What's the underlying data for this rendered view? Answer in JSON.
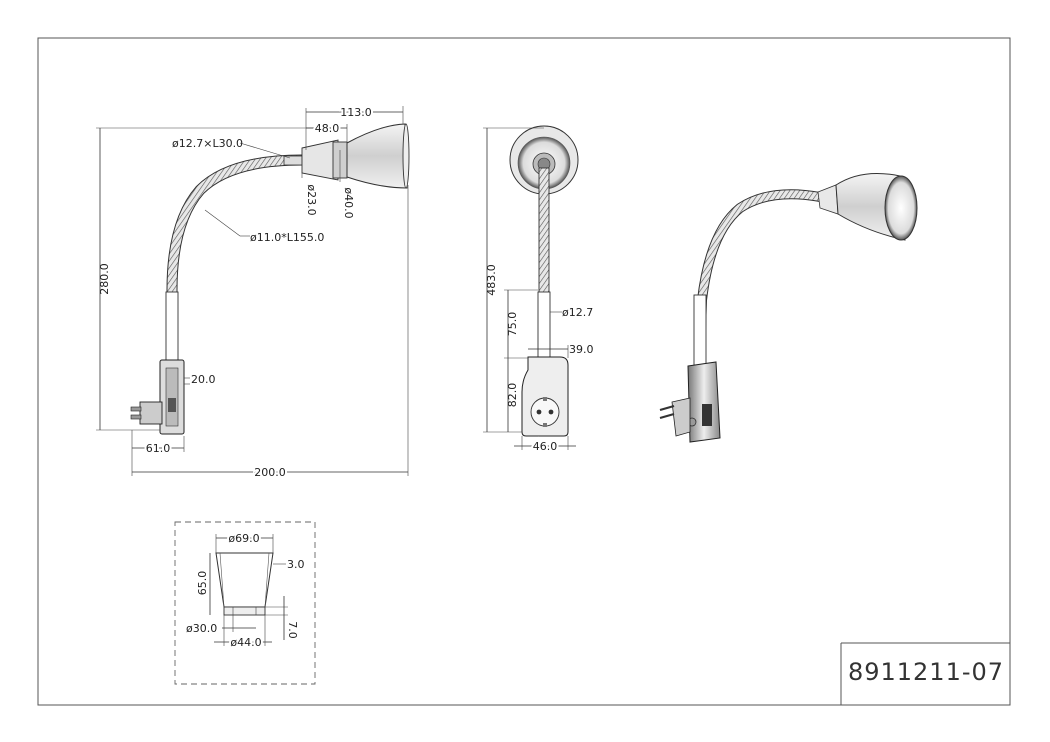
{
  "part_number": "8911211-07",
  "side_view": {
    "dim_overall_width": "200.0",
    "dim_height": "280.0",
    "dim_shade_length": "113.0",
    "dim_holder_length": "48.0",
    "dim_tube": "ø12.7×L30.0",
    "dim_holder_dia": "ø23.0",
    "dim_shade_dia": "ø40.0",
    "dim_arm": "ø11.0*L155.0",
    "dim_plug_depth": "20.0",
    "dim_plug_width": "61.0"
  },
  "front_view": {
    "dim_total_height": "483.0",
    "dim_pipe_dia": "ø12.7",
    "dim_pipe_length": "75.0",
    "dim_body_depth": "39.0",
    "dim_body_height": "82.0",
    "dim_body_width": "46.0"
  },
  "shade_detail": {
    "dim_top_dia": "ø69.0",
    "dim_wall": "3.0",
    "dim_height": "65.0",
    "dim_hole_dia": "ø30.0",
    "dim_base_dia": "ø44.0",
    "dim_base_height": "7.0"
  }
}
